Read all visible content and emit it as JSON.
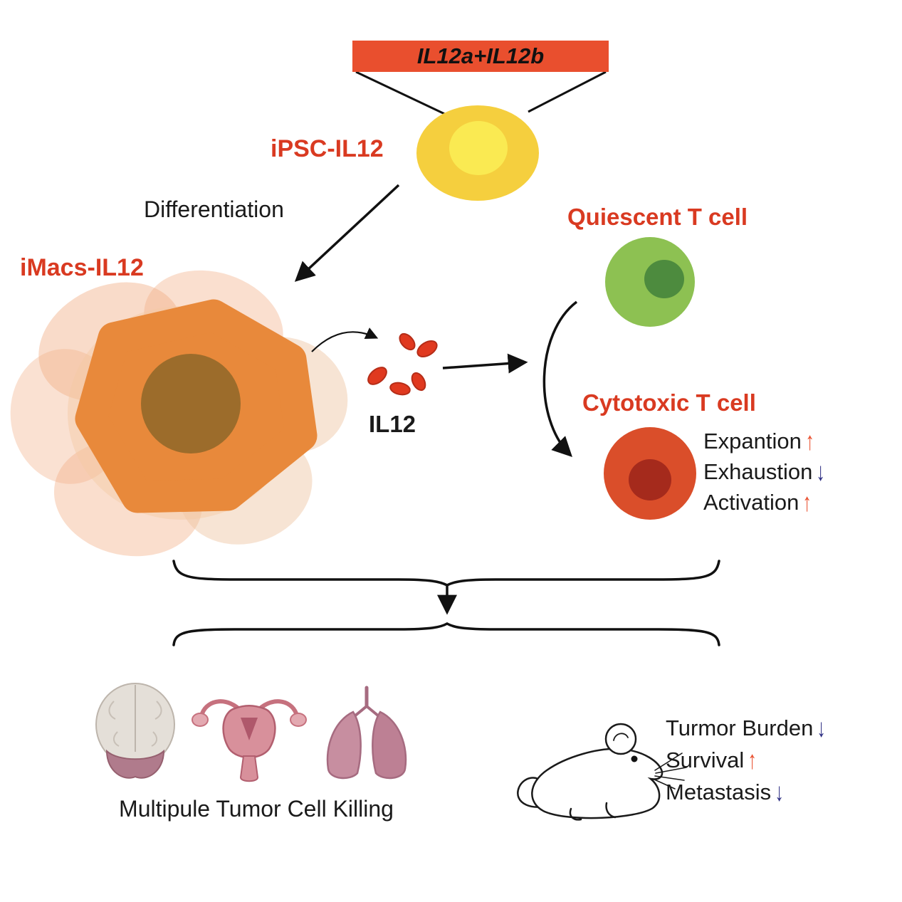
{
  "banner": {
    "gene_label": "IL12a+IL12b"
  },
  "nodes": {
    "ipsc_label": "iPSC-IL12",
    "differentiation_label": "Differentiation",
    "imacs_label": "iMacs-IL12",
    "il12_label": "IL12",
    "quiescent_label": "Quiescent T cell",
    "cytotoxic_label": "Cytotoxic T cell"
  },
  "tcell_effects": [
    {
      "label": "Expantion",
      "arrow": "↑",
      "direction": "up"
    },
    {
      "label": "Exhaustion",
      "arrow": "↓",
      "direction": "down"
    },
    {
      "label": "Activation",
      "arrow": "↑",
      "direction": "up"
    }
  ],
  "outcomes_left": {
    "caption": "Multipule Tumor Cell Killing",
    "organ_icons": [
      "brain-icon",
      "uterus-icon",
      "lungs-icon"
    ]
  },
  "outcomes_right": [
    {
      "label": "Turmor Burden",
      "arrow": "↓",
      "direction": "down"
    },
    {
      "label": "Survival",
      "arrow": "↑",
      "direction": "up"
    },
    {
      "label": "Metastasis",
      "arrow": "↓",
      "direction": "down"
    }
  ],
  "colors": {
    "banner_red": "#E94F2E",
    "label_red": "#D93A21",
    "up_arrow_red": "#E94F2E",
    "down_arrow_blue": "#2D2E83",
    "yellow_cell": "#F5CF3E",
    "yellow_nucleus": "#FAEA52",
    "green_cell": "#8DC152",
    "green_nucleus": "#4D8B3E",
    "red_cell": "#DA4E2A",
    "red_nucleus": "#A52A1C",
    "macrophage_core": "#E8893B",
    "macrophage_nucleus": "#9C6C2B",
    "il12_particle": "#E0391F"
  }
}
